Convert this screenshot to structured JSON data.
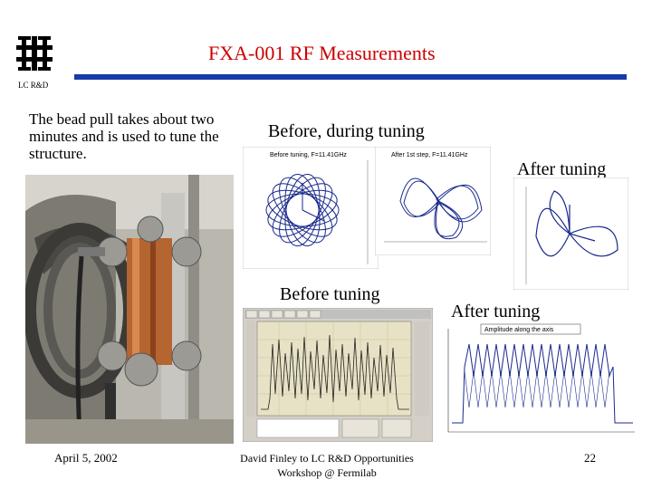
{
  "header": {
    "title": "FXA-001 RF Measurements",
    "lab_label": "LC R&D"
  },
  "intro_text": "The bead pull takes about two minutes and is used to tune the structure.",
  "captions": {
    "before_during": "Before, during tuning",
    "after_tuning_top": "After tuning",
    "before_tuning": "Before tuning",
    "after_tuning_bottom": "After tuning"
  },
  "plots": {
    "polar_a_title": "Before tuning, F=11.41GHz",
    "polar_b_title": "After 1st step, F=11.41GHz",
    "scan_after_title": "Amplitude along the axis"
  },
  "footer": {
    "date": "April 5, 2002",
    "event_line1": "David Finley to LC R&D Opportunities",
    "event_line2": "Workshop @ Fermilab",
    "page": "22"
  },
  "colors": {
    "title": "#cc0000",
    "rule": "#1a3aa8",
    "trace": "#1a2a8c"
  }
}
